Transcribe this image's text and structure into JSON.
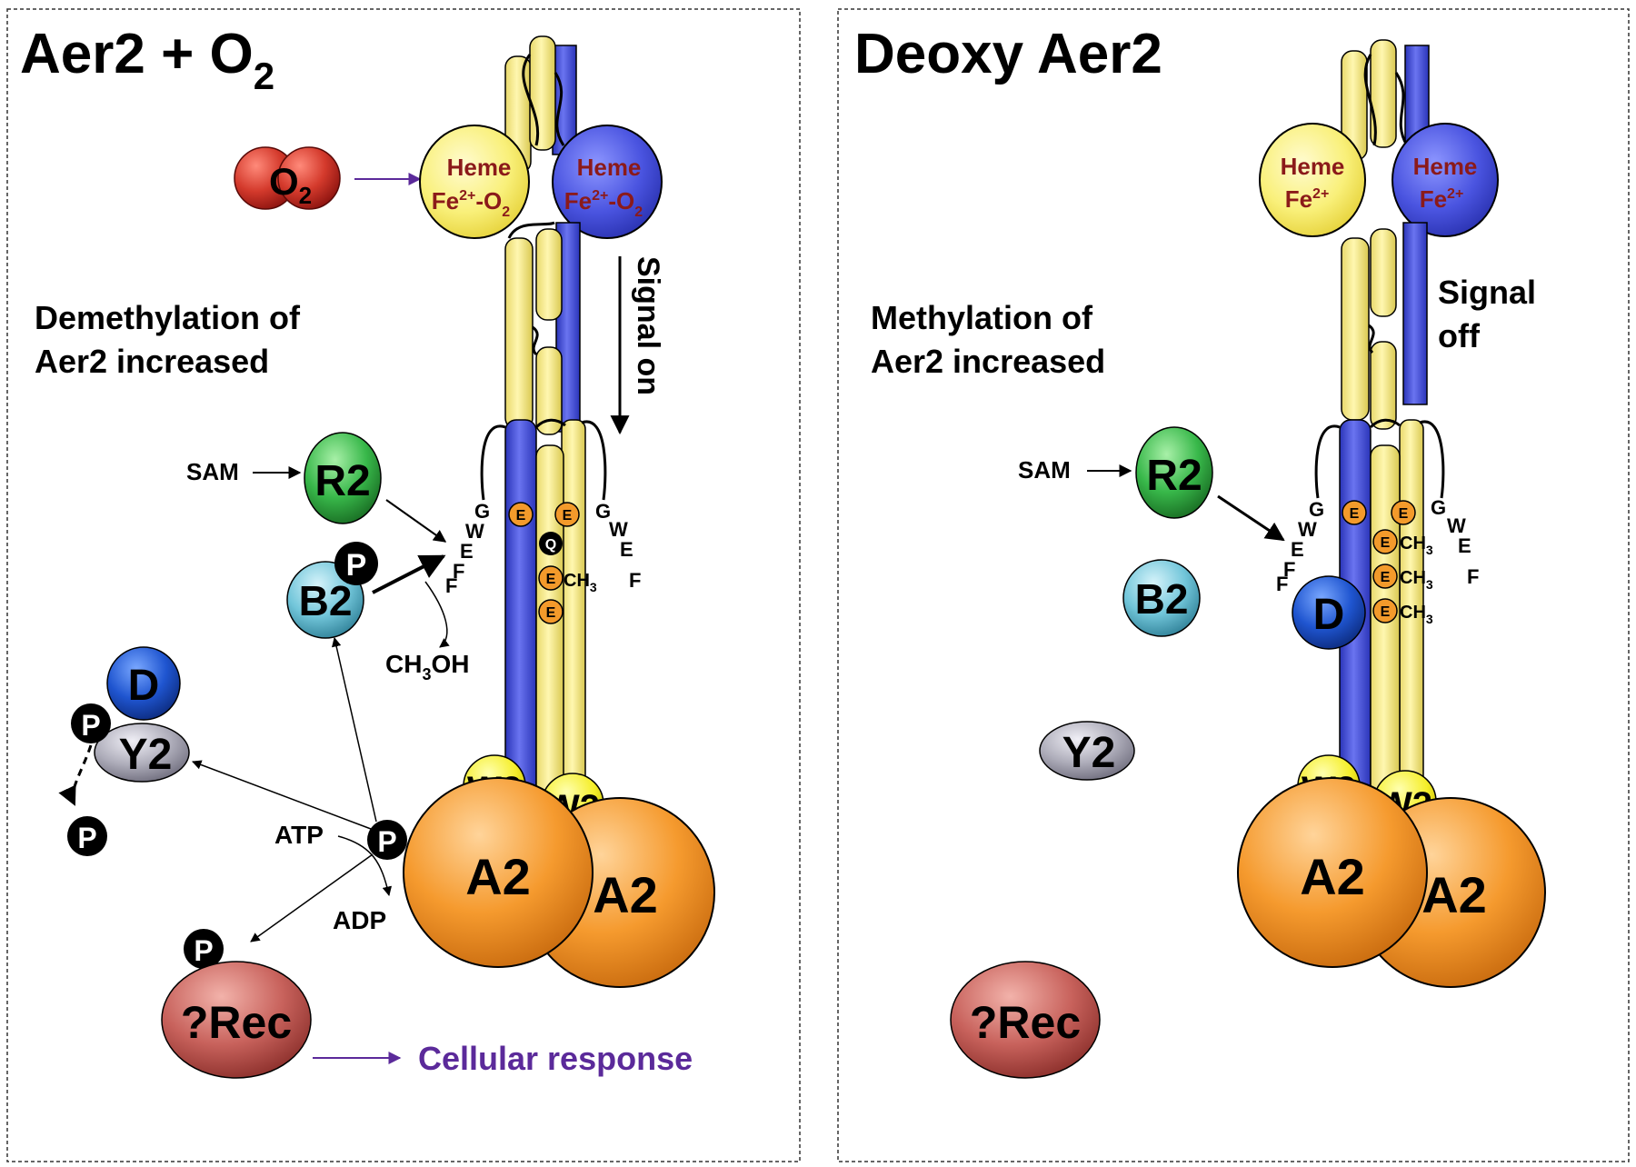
{
  "colors": {
    "yellow": "#f7e98e",
    "blue": "#4650d8",
    "orange": "#f39a2b",
    "red": "#cc2a22",
    "green": "#37b34a",
    "cyan": "#6fc4d8",
    "darkblue": "#1a4fc2",
    "gray": "#a9a8b5",
    "rose": "#c8605a",
    "purple": "#5b2a9a",
    "heme_text": "#8b1a1a",
    "black": "#000000"
  },
  "left": {
    "title_main": "Aer2 + O",
    "title_sub": "2",
    "o2": {
      "main": "O",
      "sub": "2"
    },
    "heme_left": {
      "line1": "Heme",
      "line2_a": "Fe",
      "line2_sup": "2+",
      "line2_b": "-O",
      "line2_sub": "2"
    },
    "heme_right": {
      "line1": "Heme",
      "line2_a": "Fe",
      "line2_sup": "2+",
      "line2_b": "-O",
      "line2_sub": "2"
    },
    "signal": "Signal on",
    "methyl_line1": "Demethylation of",
    "methyl_line2": "Aer2 increased",
    "sam": "SAM",
    "r2": "R2",
    "b2": "B2",
    "d": "D",
    "y2": "Y2",
    "p": "P",
    "ch3oh_a": "CH",
    "ch3oh_sub": "3",
    "ch3oh_b": "OH",
    "ggwef_left": [
      "G",
      "W",
      "E",
      "F",
      "F"
    ],
    "ggwef_right": [
      "G",
      "W",
      "E",
      "F"
    ],
    "e": "E",
    "q": "Q",
    "ch3_a": "CH",
    "ch3_sub": "3",
    "w2": "W2",
    "a2": "A2",
    "atp": "ATP",
    "adp": "ADP",
    "rec": "?Rec",
    "cellular": "Cellular response"
  },
  "right": {
    "title": "Deoxy Aer2",
    "heme_left": {
      "line1": "Heme",
      "line2_a": "Fe",
      "line2_sup": "2+"
    },
    "heme_right": {
      "line1": "Heme",
      "line2_a": "Fe",
      "line2_sup": "2+"
    },
    "signal_line1": "Signal",
    "signal_line2": "off",
    "methyl_line1": "Methylation of",
    "methyl_line2": "Aer2 increased",
    "sam": "SAM",
    "r2": "R2",
    "b2": "B2",
    "d": "D",
    "y2": "Y2",
    "e": "E",
    "ch3_a": "CH",
    "ch3_sub": "3",
    "ggwef_left": [
      "G",
      "W",
      "E",
      "F",
      "F"
    ],
    "ggwef_right": [
      "G",
      "W",
      "E",
      "F"
    ],
    "w2": "W2",
    "a2": "A2",
    "rec": "?Rec"
  }
}
